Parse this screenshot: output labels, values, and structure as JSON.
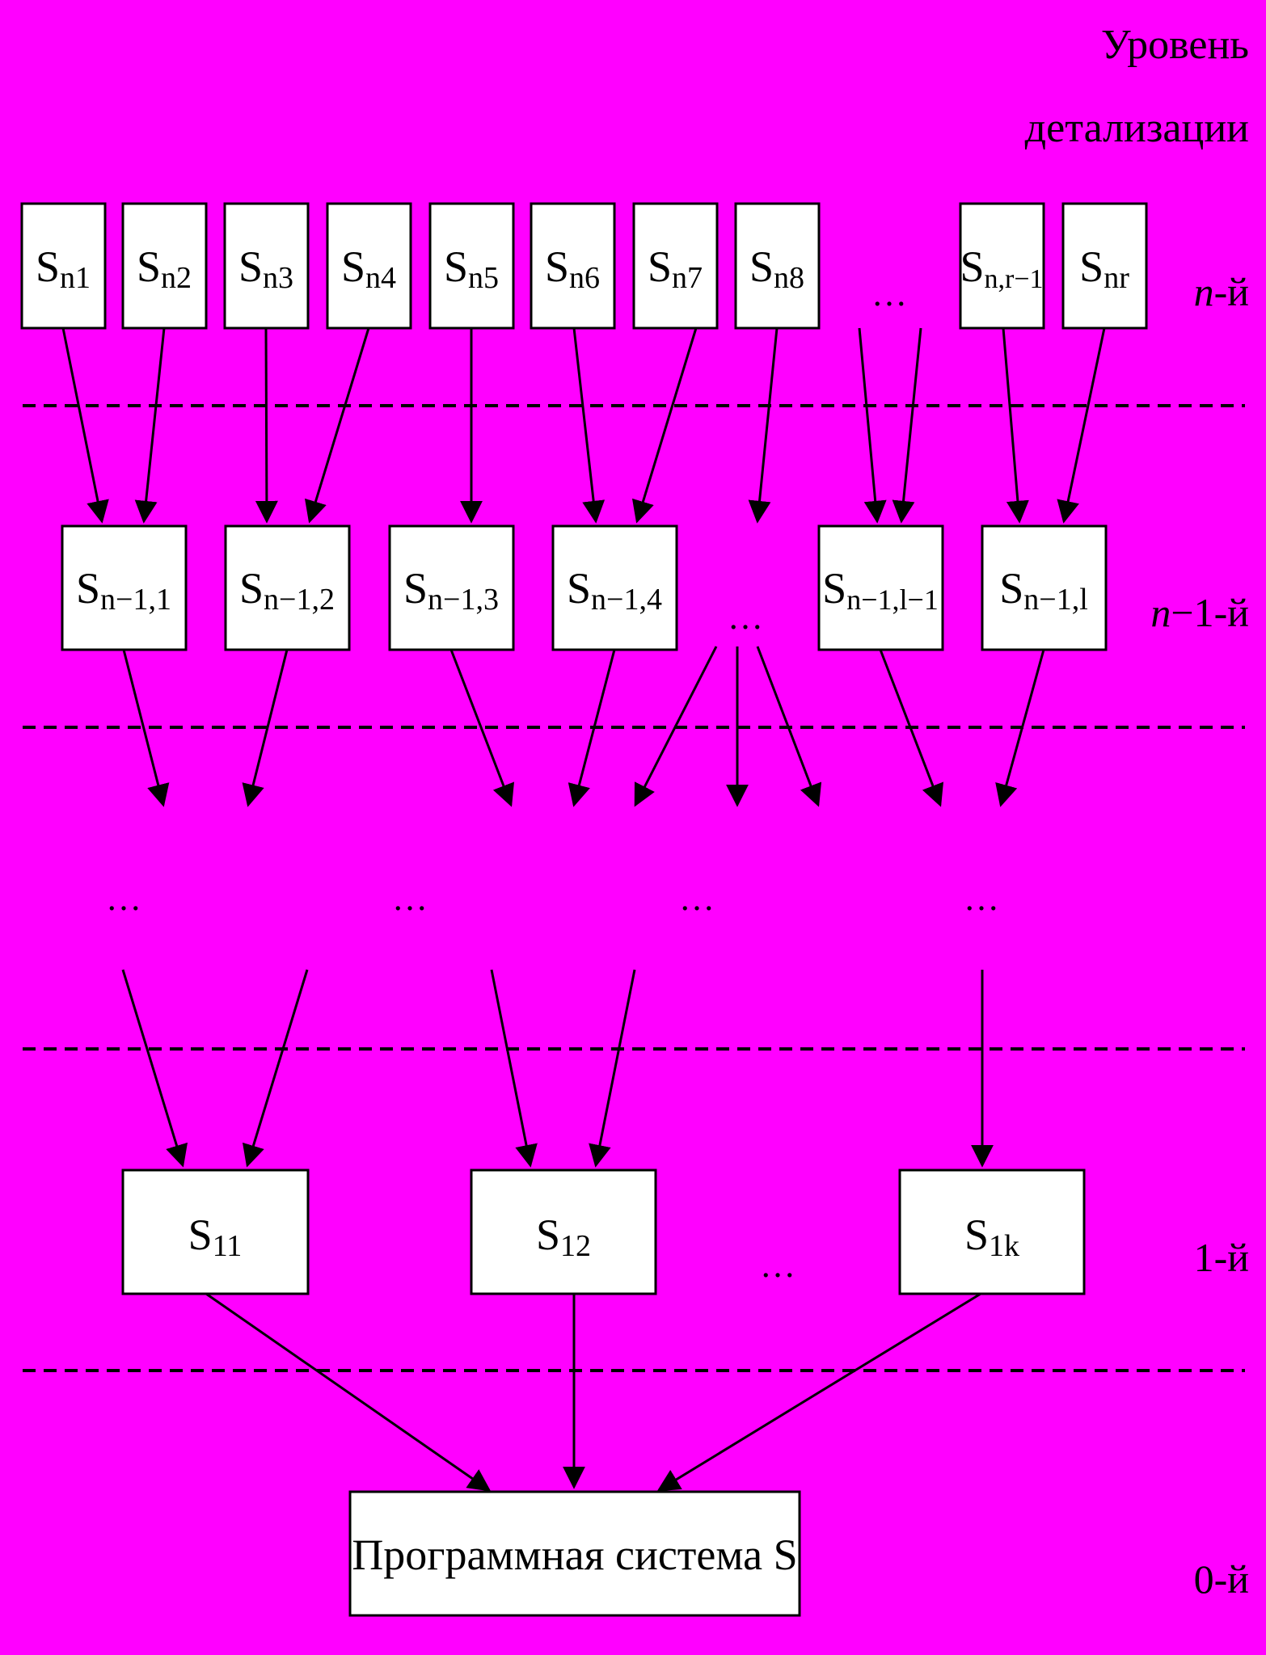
{
  "colors": {
    "background": "#ff00ff",
    "box_fill": "#ffffff",
    "line": "#000000"
  },
  "header": {
    "line1": "Уровень",
    "line2": "детализации"
  },
  "levels": {
    "n": {
      "var": "n",
      "suffix": "-й"
    },
    "n_minus_1": {
      "var": "n",
      "suffix": "−1-й"
    },
    "one": "1-й",
    "zero": "0-й"
  },
  "top_row": [
    {
      "base": "S",
      "sub": "n1"
    },
    {
      "base": "S",
      "sub": "n2"
    },
    {
      "base": "S",
      "sub": "n3"
    },
    {
      "base": "S",
      "sub": "n4"
    },
    {
      "base": "S",
      "sub": "n5"
    },
    {
      "base": "S",
      "sub": "n6"
    },
    {
      "base": "S",
      "sub": "n7"
    },
    {
      "base": "S",
      "sub": "n8"
    },
    {
      "base": "S",
      "sub": "n,r−1"
    },
    {
      "base": "S",
      "sub": "nr"
    }
  ],
  "second_row": [
    {
      "base": "S",
      "sub": "n−1,1"
    },
    {
      "base": "S",
      "sub": "n−1,2"
    },
    {
      "base": "S",
      "sub": "n−1,3"
    },
    {
      "base": "S",
      "sub": "n−1,4"
    },
    {
      "base": "S",
      "sub": "n−1,l−1"
    },
    {
      "base": "S",
      "sub": "n−1,l"
    }
  ],
  "first_row": [
    {
      "base": "S",
      "sub": "11"
    },
    {
      "base": "S",
      "sub": "12"
    },
    {
      "base": "S",
      "sub": "1k"
    }
  ],
  "root": "Программная система S",
  "ellipsis": "…"
}
